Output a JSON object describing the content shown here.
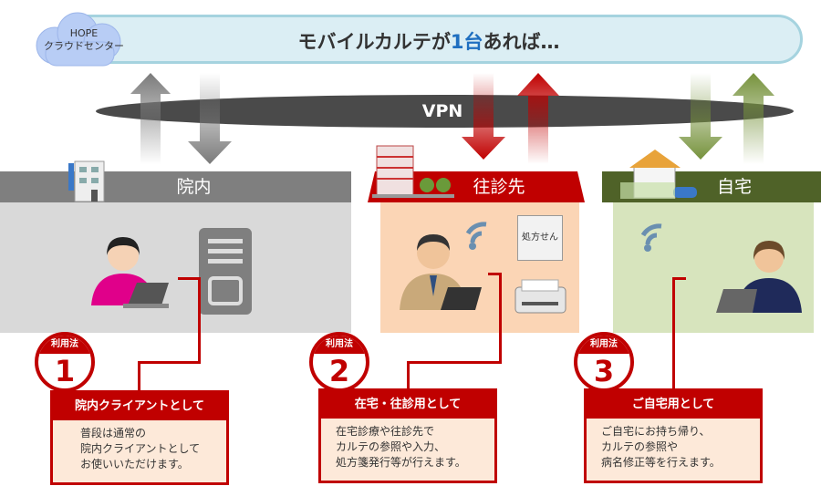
{
  "cloud": {
    "label1": "HOPE",
    "label2": "クラウドセンター"
  },
  "banner": {
    "title_pre": "モバイルカルテが",
    "title_hl": "1台",
    "title_post": "あれば…"
  },
  "vpn": "VPN",
  "locations": [
    {
      "label": "院内",
      "color": "#7f7f7f",
      "panel": "#d9d9d9"
    },
    {
      "label": "往診先",
      "color": "#c00000",
      "panel": "#fbd5b5",
      "paper": "処方せん"
    },
    {
      "label": "自宅",
      "color": "#4f6228",
      "panel": "#d7e4bd"
    }
  ],
  "usages": [
    {
      "badge": "利用法",
      "num": "1",
      "title": "院内クライアントとして",
      "lines": [
        "普段は通常の",
        "院内クライアントとして",
        "お使いいただけます。"
      ]
    },
    {
      "badge": "利用法",
      "num": "2",
      "title": "在宅・往診用として",
      "lines": [
        "在宅診療や往診先で",
        "カルテの参照や入力、",
        "処方箋発行等が行えます。"
      ]
    },
    {
      "badge": "利用法",
      "num": "3",
      "title": "ご自宅用として",
      "lines": [
        "ご自宅にお持ち帰り、",
        "カルテの参照や",
        "病名修正等を行えます。"
      ]
    }
  ]
}
